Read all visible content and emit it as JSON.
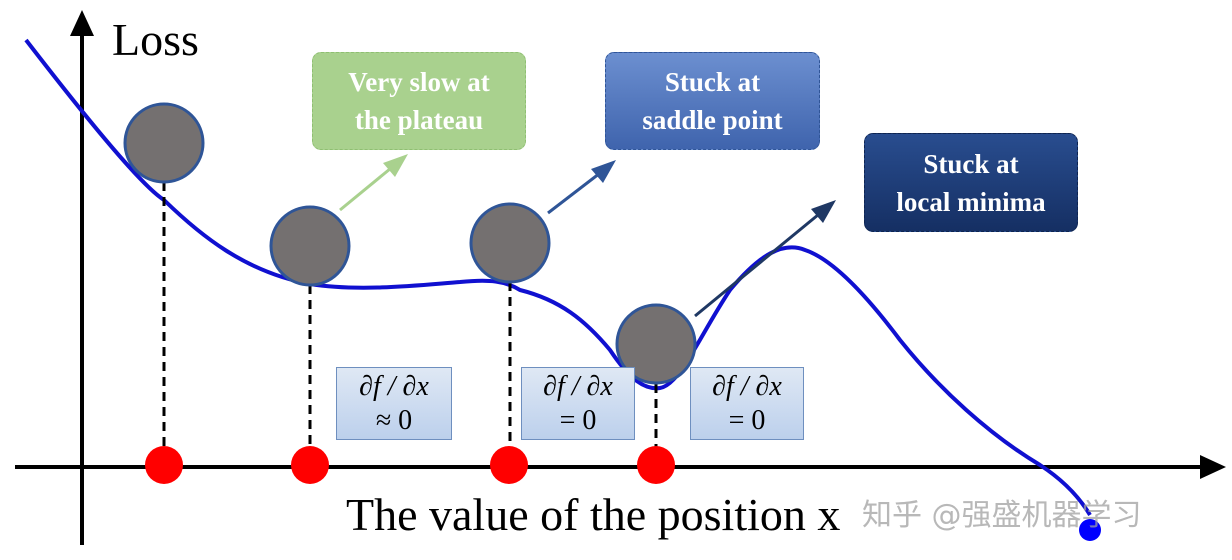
{
  "axes": {
    "y_label": "Loss",
    "x_label": "The value of the position x"
  },
  "callouts": {
    "plateau": {
      "line1": "Very slow at",
      "line2": "the plateau",
      "color": "#a9d18e"
    },
    "saddle": {
      "line1": "Stuck at",
      "line2": "saddle point",
      "color": "#5b7fc0"
    },
    "local_min": {
      "line1": "Stuck at",
      "line2": "local minima",
      "color": "#1f3f7a"
    }
  },
  "derivatives": {
    "plateau": {
      "expr": "∂f / ∂x",
      "value": "≈ 0"
    },
    "saddle": {
      "expr": "∂f / ∂x",
      "value": "= 0"
    },
    "local_min": {
      "expr": "∂f / ∂x",
      "value": "= 0"
    }
  },
  "watermark": "知乎 @强盛机器学习",
  "colors": {
    "curve": "#1010d0",
    "ball": "#747070",
    "ball_outline": "#2f5597",
    "position_dot": "#ff0000",
    "end_dot": "#0000ff"
  }
}
